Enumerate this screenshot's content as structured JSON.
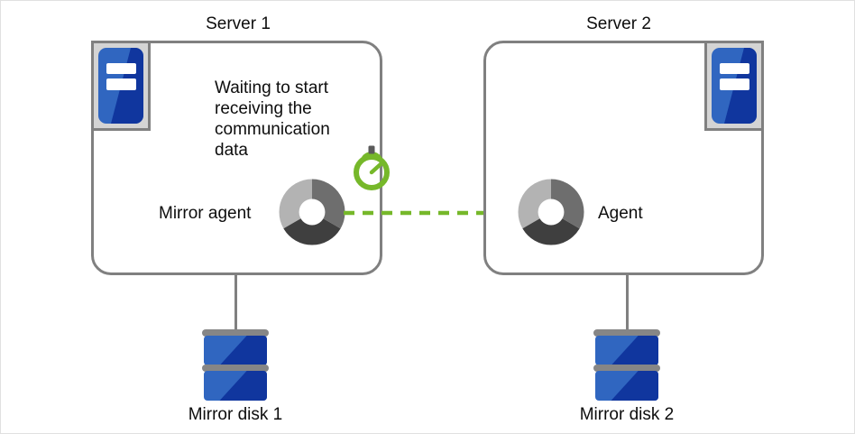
{
  "diagram": {
    "title_left": "Server 1",
    "title_right": "Server 2",
    "status_message": "Waiting to start\nreceiving the\ncommunication\ndata",
    "left_agent_label": "Mirror agent",
    "right_agent_label": "Agent",
    "left_disk_label": "Mirror disk 1",
    "right_disk_label": "Mirror disk 2",
    "icons": {
      "server": "server-icon",
      "agent": "agent-donut-icon",
      "disk": "mirror-disk-icon",
      "timer": "stopwatch-icon",
      "flow": "dashed-right-arrow-icon"
    },
    "colors": {
      "box_border": "#808080",
      "icon_blue": "#3066c0",
      "icon_blue_dark": "#10369e",
      "icon_frame_gray": "#d4d4d4",
      "accent_green": "#76b82a",
      "agent_light_gray": "#b3b3b3",
      "agent_mid_gray": "#6e6e6e",
      "agent_dark_gray": "#3f3f3f",
      "text": "#0d0d0d",
      "background": "#ffffff"
    }
  }
}
